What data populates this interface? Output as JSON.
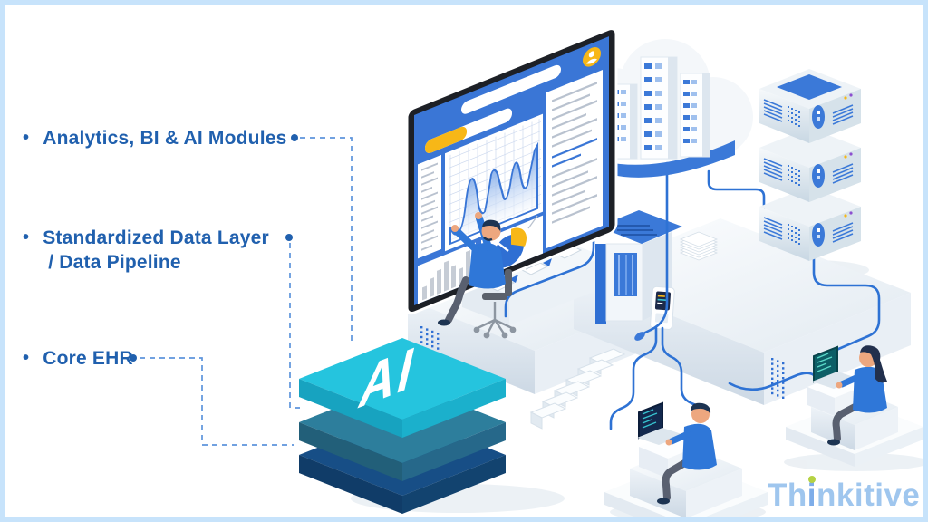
{
  "canvas": {
    "background": "#ffffff",
    "border_color": "#c7e3fb"
  },
  "labels": {
    "bullet": "•",
    "text_color": "#2060ae",
    "dash_color": "#5d94dc",
    "items": [
      {
        "text": "Analytics, BI & AI Modules"
      },
      {
        "text": "Standardized Data Layer",
        "text2": "/ Data Pipeline"
      },
      {
        "text": "Core EHR"
      }
    ]
  },
  "ai_stack": {
    "label": "AI",
    "top_color": "#25c4de",
    "middle_color": "#2d7e9c",
    "bottom_color": "#174e86"
  },
  "logo": {
    "pre": "Th",
    "i": "i",
    "post": "nkitive",
    "color": "#9fc6ee",
    "dot_color": "#b5d243"
  },
  "palette": {
    "primary_blue": "#3a76d6",
    "wire_blue": "#2e72d4",
    "accent_yellow": "#f7b717",
    "pie_blue": "#2f6fd3",
    "slab_light": "#eef3f8",
    "monitor_frame": "#1d2026"
  }
}
